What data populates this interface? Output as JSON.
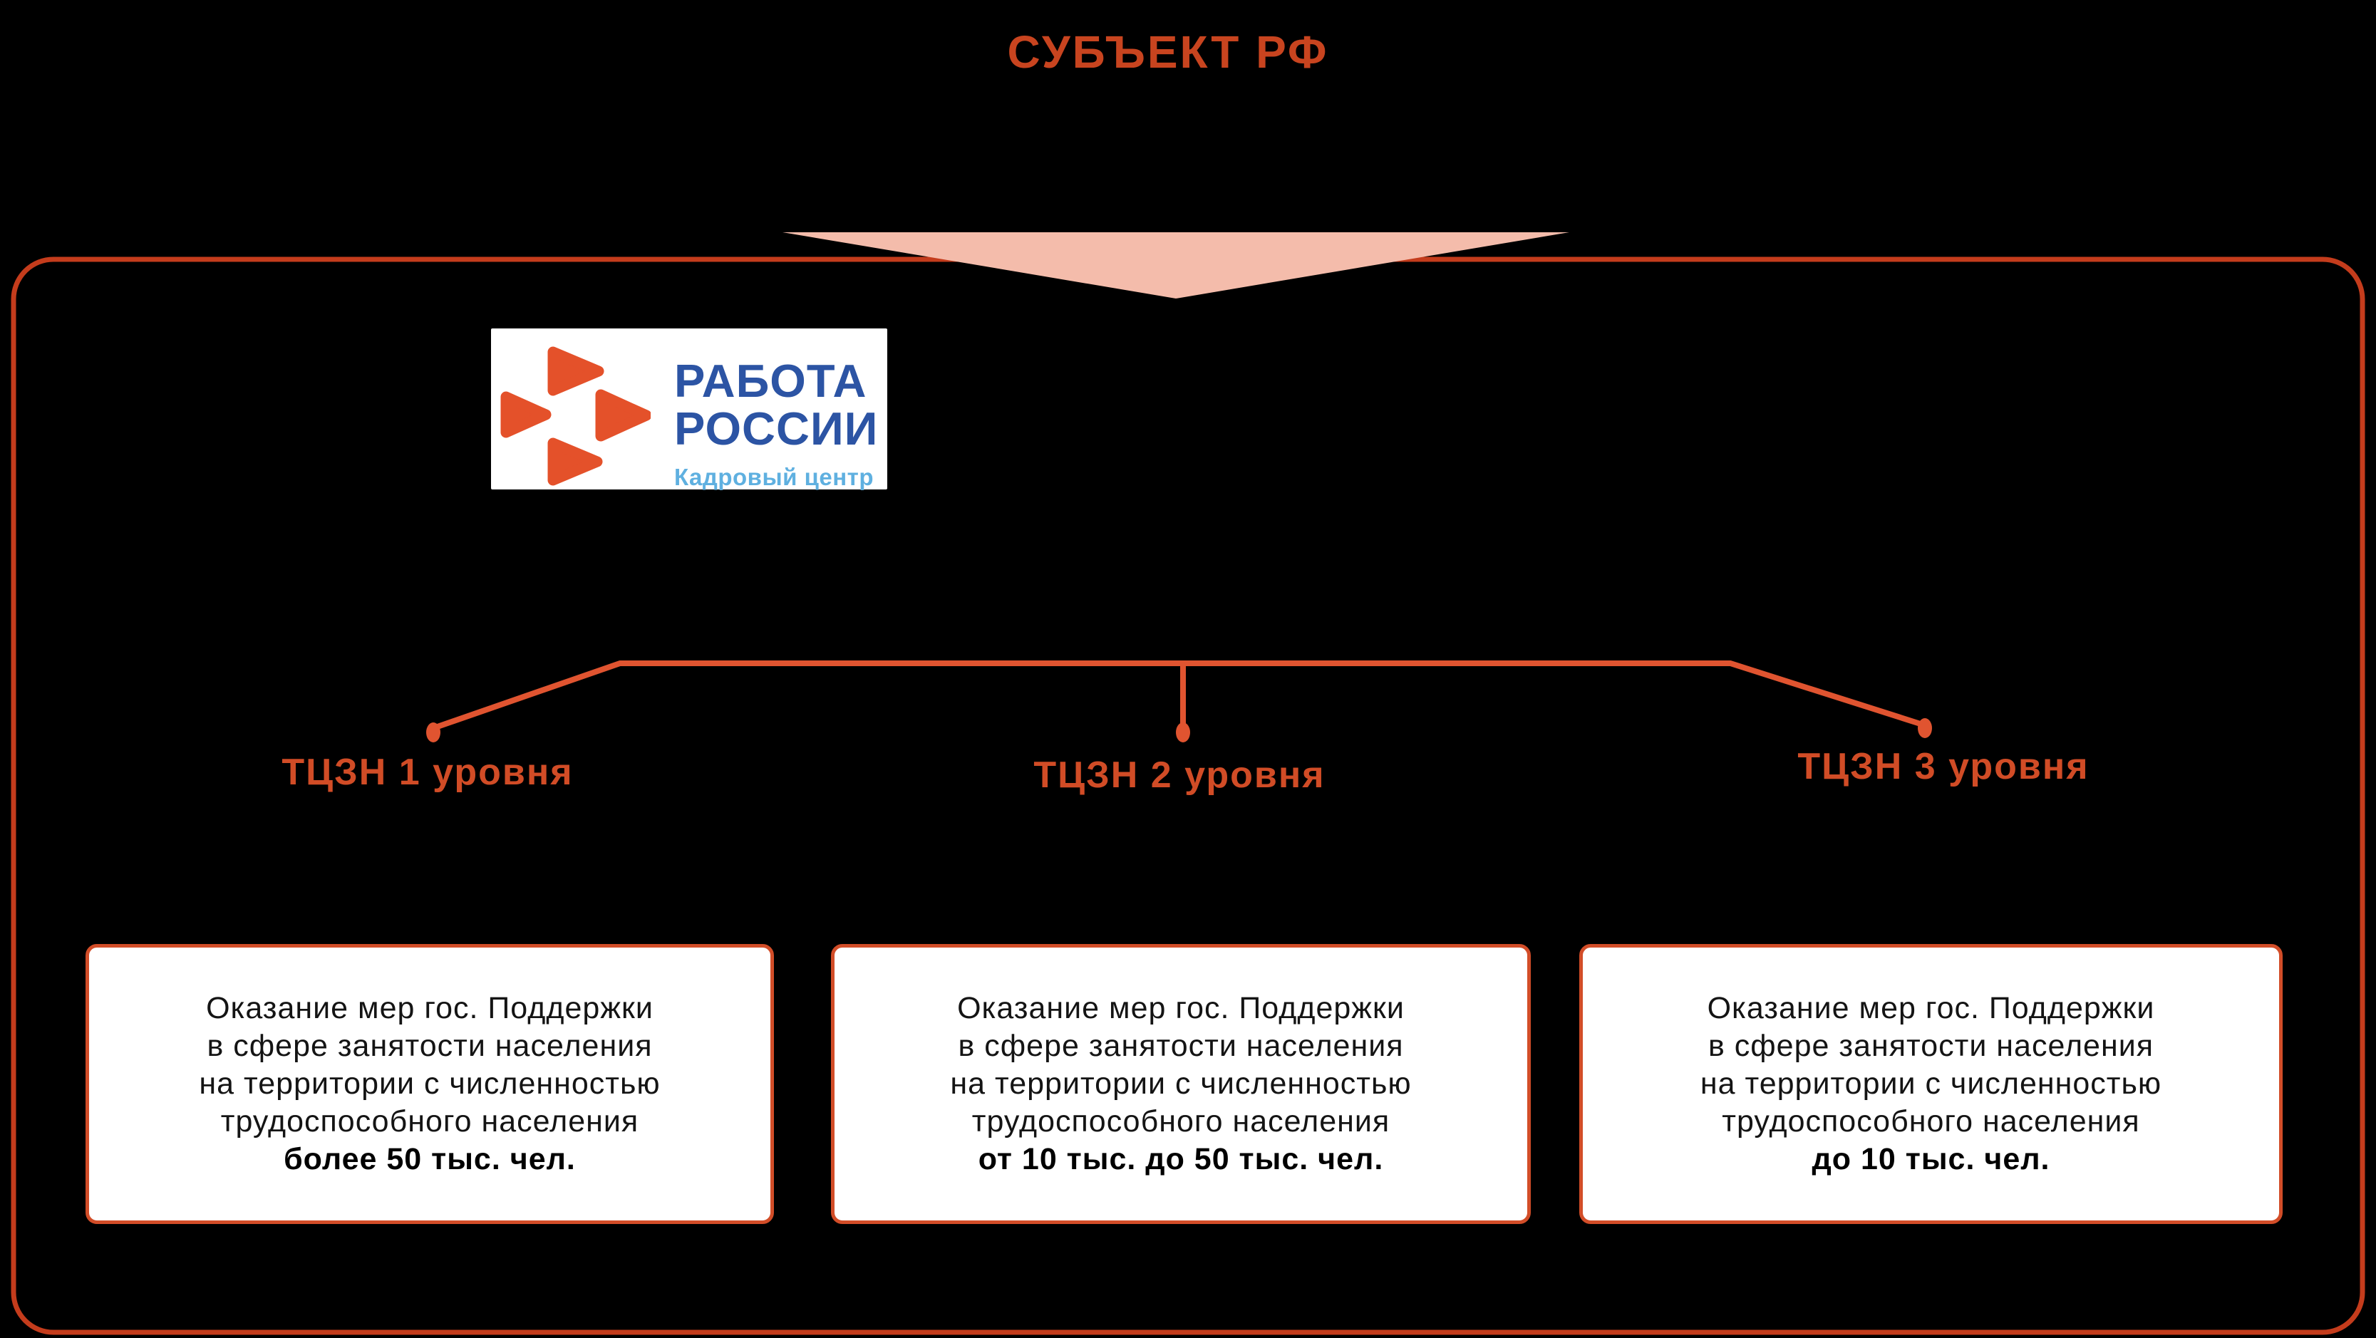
{
  "diagram": {
    "title": "СУБЪЕКТ РФ",
    "logo": {
      "title_line1": "РАБОТА",
      "title_line2": "РОССИИ",
      "subtitle": "Кадровый центр"
    },
    "levels": [
      {
        "label": "ТЦЗН 1 уровня",
        "body_lines": [
          "Оказание мер гос. Поддержки",
          "в сфере занятости населения",
          "на территории с численностью",
          "трудоспособного населения"
        ],
        "bold_line": "более 50 тыс. чел."
      },
      {
        "label": "ТЦЗН 2 уровня",
        "body_lines": [
          "Оказание мер гос. Поддержки",
          "в сфере занятости населения",
          "на территории с численностью",
          "трудоспособного населения"
        ],
        "bold_line": "от 10 тыс. до 50 тыс. чел."
      },
      {
        "label": "ТЦЗН 3 уровня",
        "body_lines": [
          "Оказание мер гос. Поддержки",
          "в сфере занятости населения",
          "на территории с численностью",
          "трудоспособного населения"
        ],
        "bold_line": "до 10 тыс. чел."
      }
    ],
    "colors": {
      "background": "#000000",
      "title_text": "#C8441F",
      "region_border": "#C43C1C",
      "arrow_fill": "#F4BCAB",
      "connector": "#E05430",
      "level_label_text": "#D14C26",
      "card_border": "#D24D28",
      "card_background": "#FFFFFF",
      "card_text": "#141414",
      "logo_orange": "#E4512A",
      "logo_blue": "#2C54A4",
      "logo_light_blue": "#5FB0E0"
    }
  }
}
